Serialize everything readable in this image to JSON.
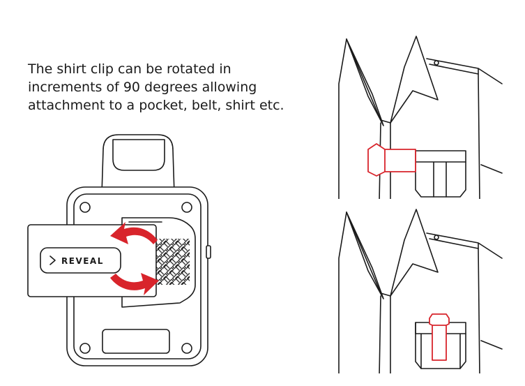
{
  "caption": {
    "lines": [
      "The shirt clip can be rotated in",
      "increments of 90 degrees allowing",
      "attachment to a pocket, belt, shirt etc."
    ]
  },
  "device": {
    "logo_text": "REVEAL"
  },
  "colors": {
    "accent": "#d8242b",
    "outline": "#1a1a1a",
    "background": "#ffffff"
  },
  "icons": {
    "rotate": "rotate-arrow-icon",
    "grip": "grip-texture-icon",
    "logo_mark": "chevron-right-icon"
  }
}
